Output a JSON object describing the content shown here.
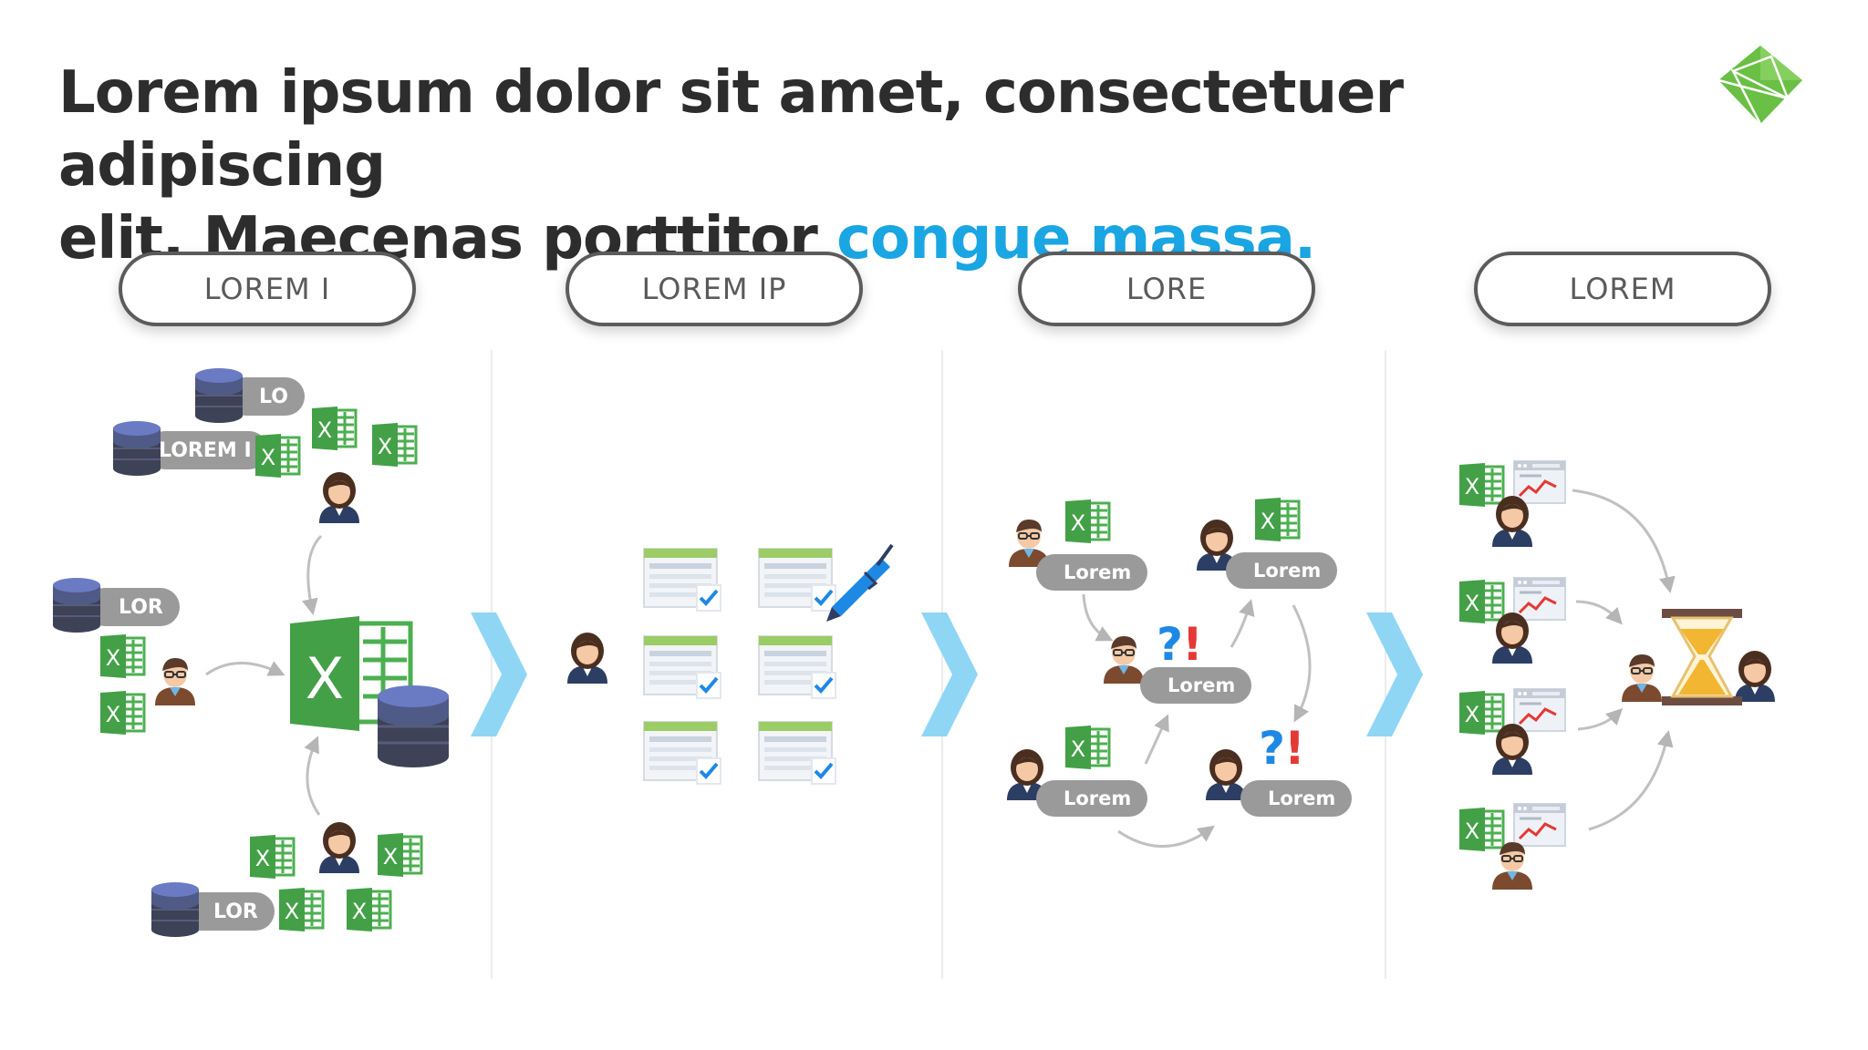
{
  "title": {
    "line1": "Lorem ipsum dolor sit amet, consectetuer adipiscing",
    "line2_plain": "elit. Maecenas porttitor ",
    "line2_accent": "congue massa."
  },
  "colors": {
    "accent": "#1aa5e3",
    "excel": "#4caf50",
    "logo": "#6abf45",
    "chevron": "#8fd6f5",
    "tag": "#9a9a9a"
  },
  "stages": [
    {
      "label": "LOREM I"
    },
    {
      "label": "LOREM IP"
    },
    {
      "label": "LORE"
    },
    {
      "label": "LOREM"
    }
  ],
  "stage1": {
    "db_tags": [
      "LO",
      "LOREM I",
      "LOR",
      "LOR"
    ]
  },
  "stage3": {
    "person_tags": [
      "Lorem",
      "Lorem",
      "Lorem",
      "Lorem",
      "Lorem"
    ]
  },
  "icons": [
    "logo-icon",
    "database-icon",
    "excel-icon",
    "person-female-icon",
    "person-male-glasses-icon",
    "spreadsheet-icon",
    "checkmark-icon",
    "pen-icon",
    "question-exclamation-icon",
    "chart-report-icon",
    "hourglass-icon",
    "chevron-right-icon"
  ]
}
